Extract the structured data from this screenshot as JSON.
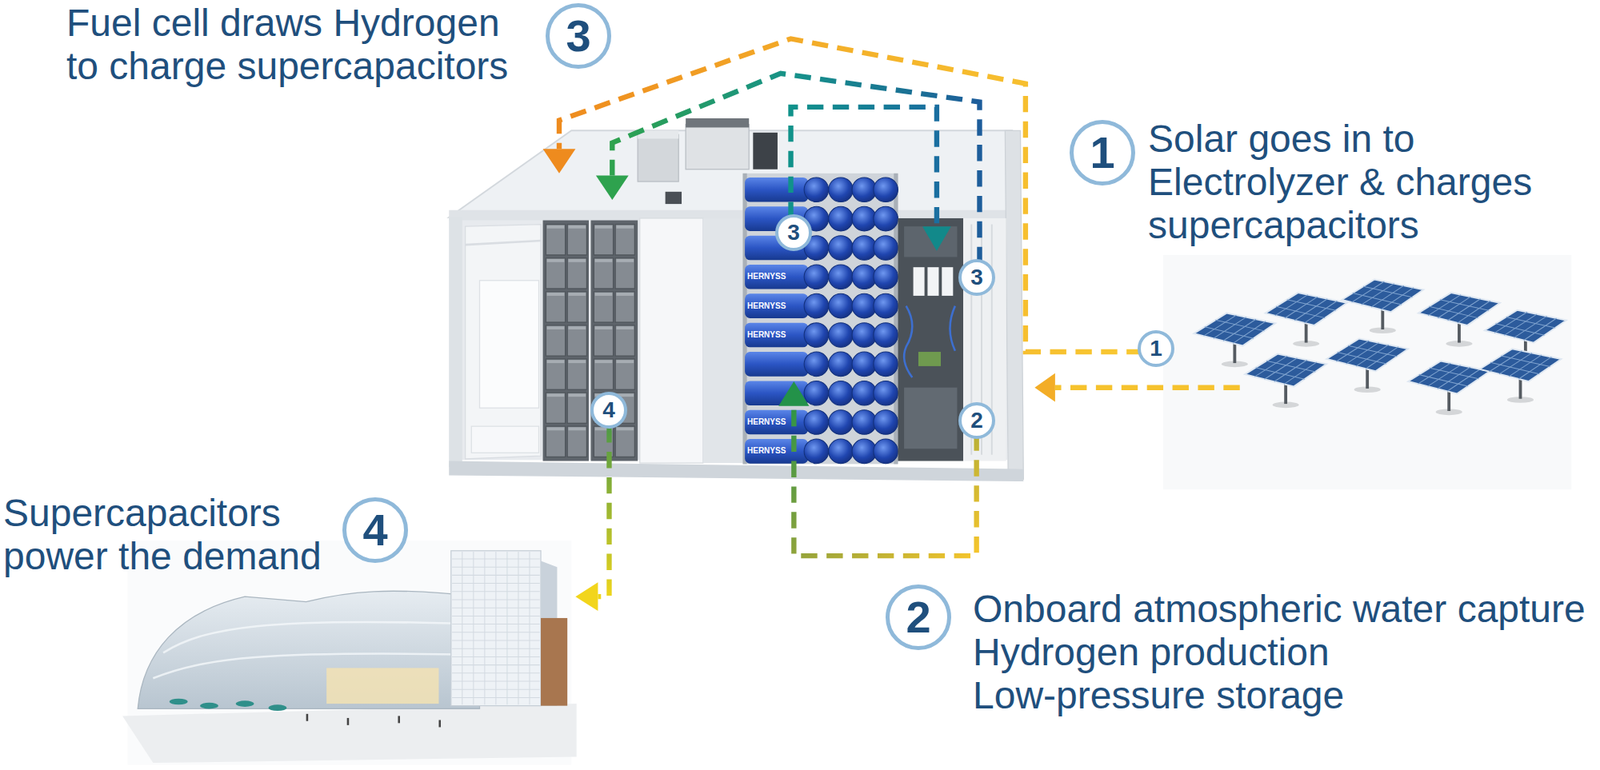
{
  "diagram": {
    "nodes": [
      {
        "text": [
          "3",
          "Fuel cell draws Hydrogen to charge supercapacitors"
        ]
      },
      {
        "text": [
          "1",
          "Solar goes in to Electrolyzer & charges supercapacitors"
        ]
      },
      {
        "text": [
          "3"
        ]
      },
      {
        "text": [
          "3"
        ]
      },
      {
        "text": [
          "1"
        ]
      },
      {
        "text": [
          "4"
        ]
      },
      {
        "text": [
          "2"
        ]
      },
      {
        "text": [
          "4",
          "Supercapacitors power the demand"
        ]
      },
      {
        "text": [
          "2",
          "Onboard atmospheric water capture",
          "Hydrogen production",
          "Low-pressure storage"
        ]
      }
    ],
    "labels": [
      "HERNYSS",
      "HERNYSS",
      "HERNYSS",
      "HERNYSS",
      "HERNYSS"
    ]
  }
}
